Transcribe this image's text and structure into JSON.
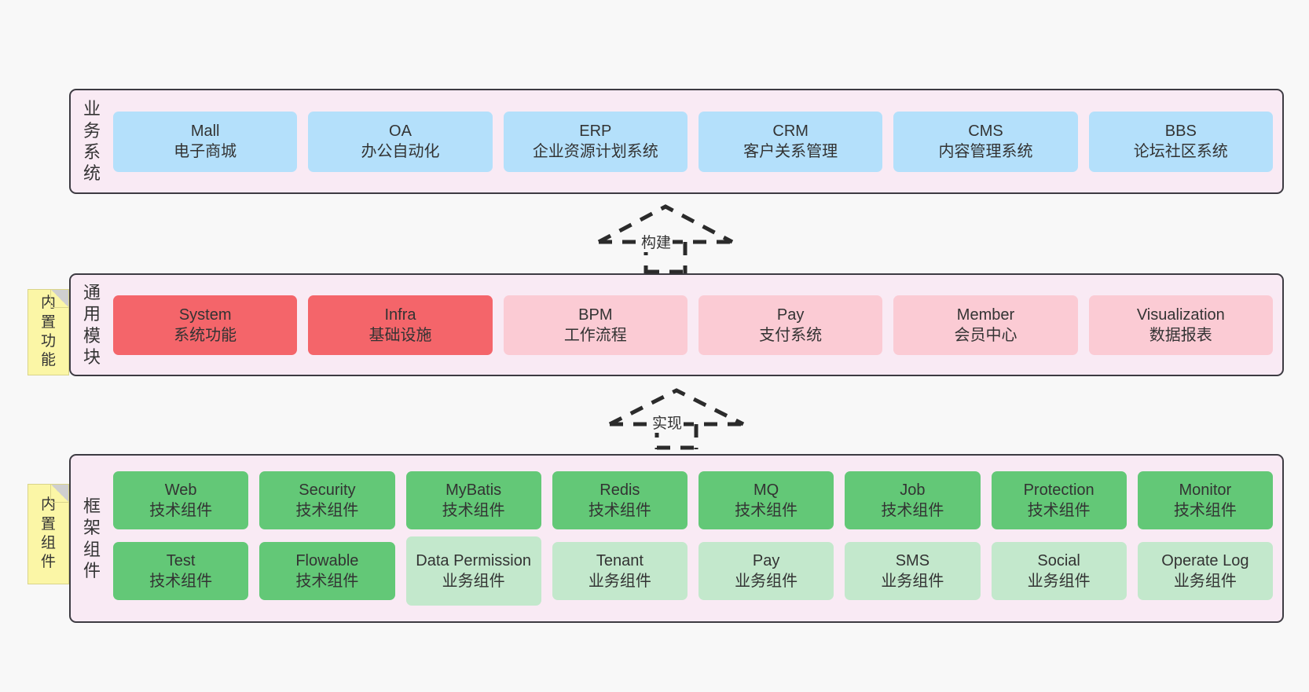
{
  "layers": [
    {
      "id": "business",
      "title": "业务系统",
      "title_chars": [
        "业",
        "务",
        "系",
        "统"
      ],
      "rows": [
        [
          {
            "en": "Mall",
            "cn": "电子商城",
            "style": "c-blue"
          },
          {
            "en": "OA",
            "cn": "办公自动化",
            "style": "c-blue"
          },
          {
            "en": "ERP",
            "cn": "企业资源计划系统",
            "style": "c-blue"
          },
          {
            "en": "CRM",
            "cn": "客户关系管理",
            "style": "c-blue"
          },
          {
            "en": "CMS",
            "cn": "内容管理系统",
            "style": "c-blue"
          },
          {
            "en": "BBS",
            "cn": "论坛社区系统",
            "style": "c-blue"
          }
        ]
      ]
    },
    {
      "id": "common",
      "title": "通用模块",
      "title_chars": [
        "通",
        "用",
        "模",
        "块"
      ],
      "rows": [
        [
          {
            "en": "System",
            "cn": "系统功能",
            "style": "c-red"
          },
          {
            "en": "Infra",
            "cn": "基础设施",
            "style": "c-red"
          },
          {
            "en": "BPM",
            "cn": "工作流程",
            "style": "c-pink"
          },
          {
            "en": "Pay",
            "cn": "支付系统",
            "style": "c-pink"
          },
          {
            "en": "Member",
            "cn": "会员中心",
            "style": "c-pink"
          },
          {
            "en": "Visualization",
            "cn": "数据报表",
            "style": "c-pink"
          }
        ]
      ]
    },
    {
      "id": "framework",
      "title": "框架组件",
      "title_chars": [
        "框",
        "架",
        "组",
        "件"
      ],
      "rows": [
        [
          {
            "en": "Web",
            "cn": "技术组件",
            "style": "c-green"
          },
          {
            "en": "Security",
            "cn": "技术组件",
            "style": "c-green"
          },
          {
            "en": "MyBatis",
            "cn": "技术组件",
            "style": "c-green"
          },
          {
            "en": "Redis",
            "cn": "技术组件",
            "style": "c-green"
          },
          {
            "en": "MQ",
            "cn": "技术组件",
            "style": "c-green"
          },
          {
            "en": "Job",
            "cn": "技术组件",
            "style": "c-green"
          },
          {
            "en": "Protection",
            "cn": "技术组件",
            "style": "c-green"
          },
          {
            "en": "Monitor",
            "cn": "技术组件",
            "style": "c-green"
          }
        ],
        [
          {
            "en": "Test",
            "cn": "技术组件",
            "style": "c-green"
          },
          {
            "en": "Flowable",
            "cn": "技术组件",
            "style": "c-green"
          },
          {
            "en": "Data Permission",
            "cn": "业务组件",
            "style": "c-lightgreen",
            "tall": true
          },
          {
            "en": "Tenant",
            "cn": "业务组件",
            "style": "c-lightgreen"
          },
          {
            "en": "Pay",
            "cn": "业务组件",
            "style": "c-lightgreen"
          },
          {
            "en": "SMS",
            "cn": "业务组件",
            "style": "c-lightgreen"
          },
          {
            "en": "Social",
            "cn": "业务组件",
            "style": "c-lightgreen"
          },
          {
            "en": "Operate Log",
            "cn": "业务组件",
            "style": "c-lightgreen"
          }
        ]
      ]
    }
  ],
  "notes": [
    {
      "id": "builtin-func",
      "text": "内置功能",
      "chars": [
        "内",
        "置",
        "功",
        "能"
      ]
    },
    {
      "id": "builtin-comp",
      "text": "内置组件",
      "chars": [
        "内",
        "置",
        "组",
        "件"
      ]
    }
  ],
  "arrows": [
    {
      "id": "build",
      "label": "构建",
      "from": "通用模块",
      "to": "业务系统",
      "style": "dashed-generalization"
    },
    {
      "id": "impl",
      "label": "实现",
      "from": "框架组件",
      "to": "通用模块",
      "style": "dashed-generalization"
    }
  ],
  "colors": {
    "canvas_bg": "#f8f8f8",
    "layer_bg": "#f9eaf4",
    "layer_border": "#3d3b42",
    "business_card": "#b4e0fb",
    "common_primary_card": "#f4656a",
    "common_secondary_card": "#fbcbd4",
    "framework_tech_card": "#63c877",
    "framework_biz_card": "#c3e8cc",
    "note_bg": "#fbf6a6",
    "text": "#333333"
  }
}
